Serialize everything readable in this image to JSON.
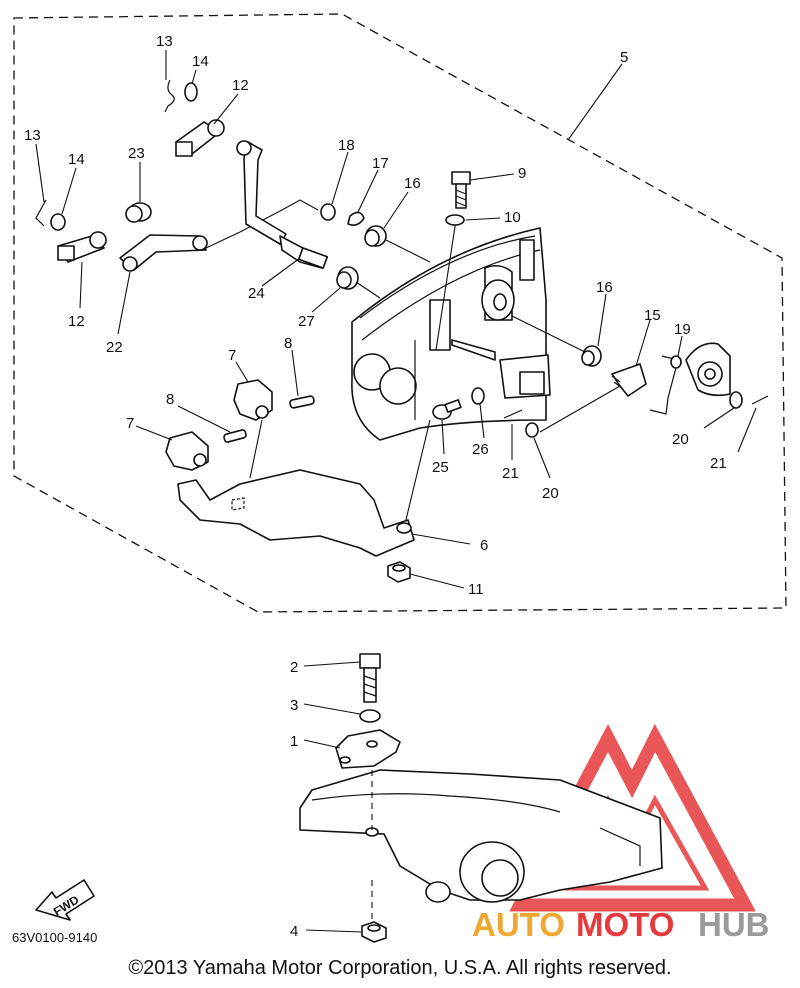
{
  "diagram_code": "63V0100-9140",
  "copyright": "©2013 Yamaha Motor Corporation, U.S.A. All rights reserved.",
  "fwd_label": "FWD",
  "watermark": {
    "auto": "AUTO",
    "moto": "MOTO",
    "hub": "HUB",
    "color_red": "#e6393c",
    "color_orange": "#f0a830",
    "color_gray": "#9a9a9a"
  },
  "callouts": [
    {
      "id": "c13a",
      "text": "13"
    },
    {
      "id": "c14a",
      "text": "14"
    },
    {
      "id": "c12a",
      "text": "12"
    },
    {
      "id": "c13b",
      "text": "13"
    },
    {
      "id": "c14b",
      "text": "14"
    },
    {
      "id": "c23",
      "text": "23"
    },
    {
      "id": "c12b",
      "text": "12"
    },
    {
      "id": "c22",
      "text": "22"
    },
    {
      "id": "c18",
      "text": "18"
    },
    {
      "id": "c17",
      "text": "17"
    },
    {
      "id": "c16a",
      "text": "16"
    },
    {
      "id": "c9",
      "text": "9"
    },
    {
      "id": "c10",
      "text": "10"
    },
    {
      "id": "c5",
      "text": "5"
    },
    {
      "id": "c24",
      "text": "24"
    },
    {
      "id": "c27",
      "text": "27"
    },
    {
      "id": "c16b",
      "text": "16"
    },
    {
      "id": "c15",
      "text": "15"
    },
    {
      "id": "c19",
      "text": "19"
    },
    {
      "id": "c7a",
      "text": "7"
    },
    {
      "id": "c8a",
      "text": "8"
    },
    {
      "id": "c8b",
      "text": "8"
    },
    {
      "id": "c7b",
      "text": "7"
    },
    {
      "id": "c26",
      "text": "26"
    },
    {
      "id": "c25",
      "text": "25"
    },
    {
      "id": "c21a",
      "text": "21"
    },
    {
      "id": "c20a",
      "text": "20"
    },
    {
      "id": "c20b",
      "text": "20"
    },
    {
      "id": "c21b",
      "text": "21"
    },
    {
      "id": "c6",
      "text": "6"
    },
    {
      "id": "c11",
      "text": "11"
    },
    {
      "id": "c2",
      "text": "2"
    },
    {
      "id": "c3",
      "text": "3"
    },
    {
      "id": "c1",
      "text": "1"
    },
    {
      "id": "c4",
      "text": "4"
    }
  ]
}
